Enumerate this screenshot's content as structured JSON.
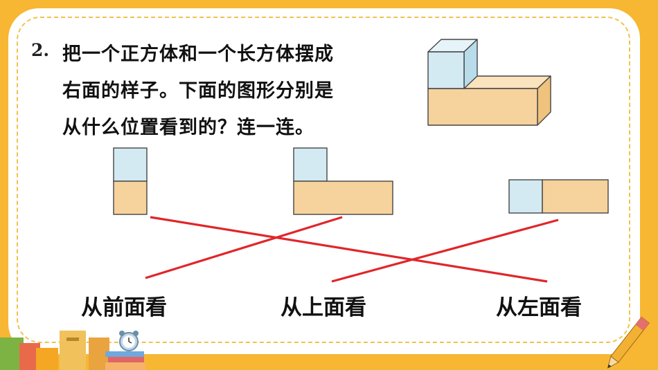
{
  "question": {
    "number": "2.",
    "lines": [
      "把一个正方体和一个长方体摆成",
      "右面的样子。下面的图形分别是",
      "从什么位置看到的？连一连。"
    ]
  },
  "answers": [
    {
      "label": "从前面看"
    },
    {
      "label": "从上面看"
    },
    {
      "label": "从左面看"
    }
  ],
  "colors": {
    "background": "#F7B733",
    "cube": "#D3EAF3",
    "cuboid": "#F6D29C",
    "connector": "#E0262A",
    "dash": "#F0C24A"
  },
  "icons": [
    "stack-of-books-icon",
    "alarm-clock-icon",
    "pencil-icon"
  ]
}
